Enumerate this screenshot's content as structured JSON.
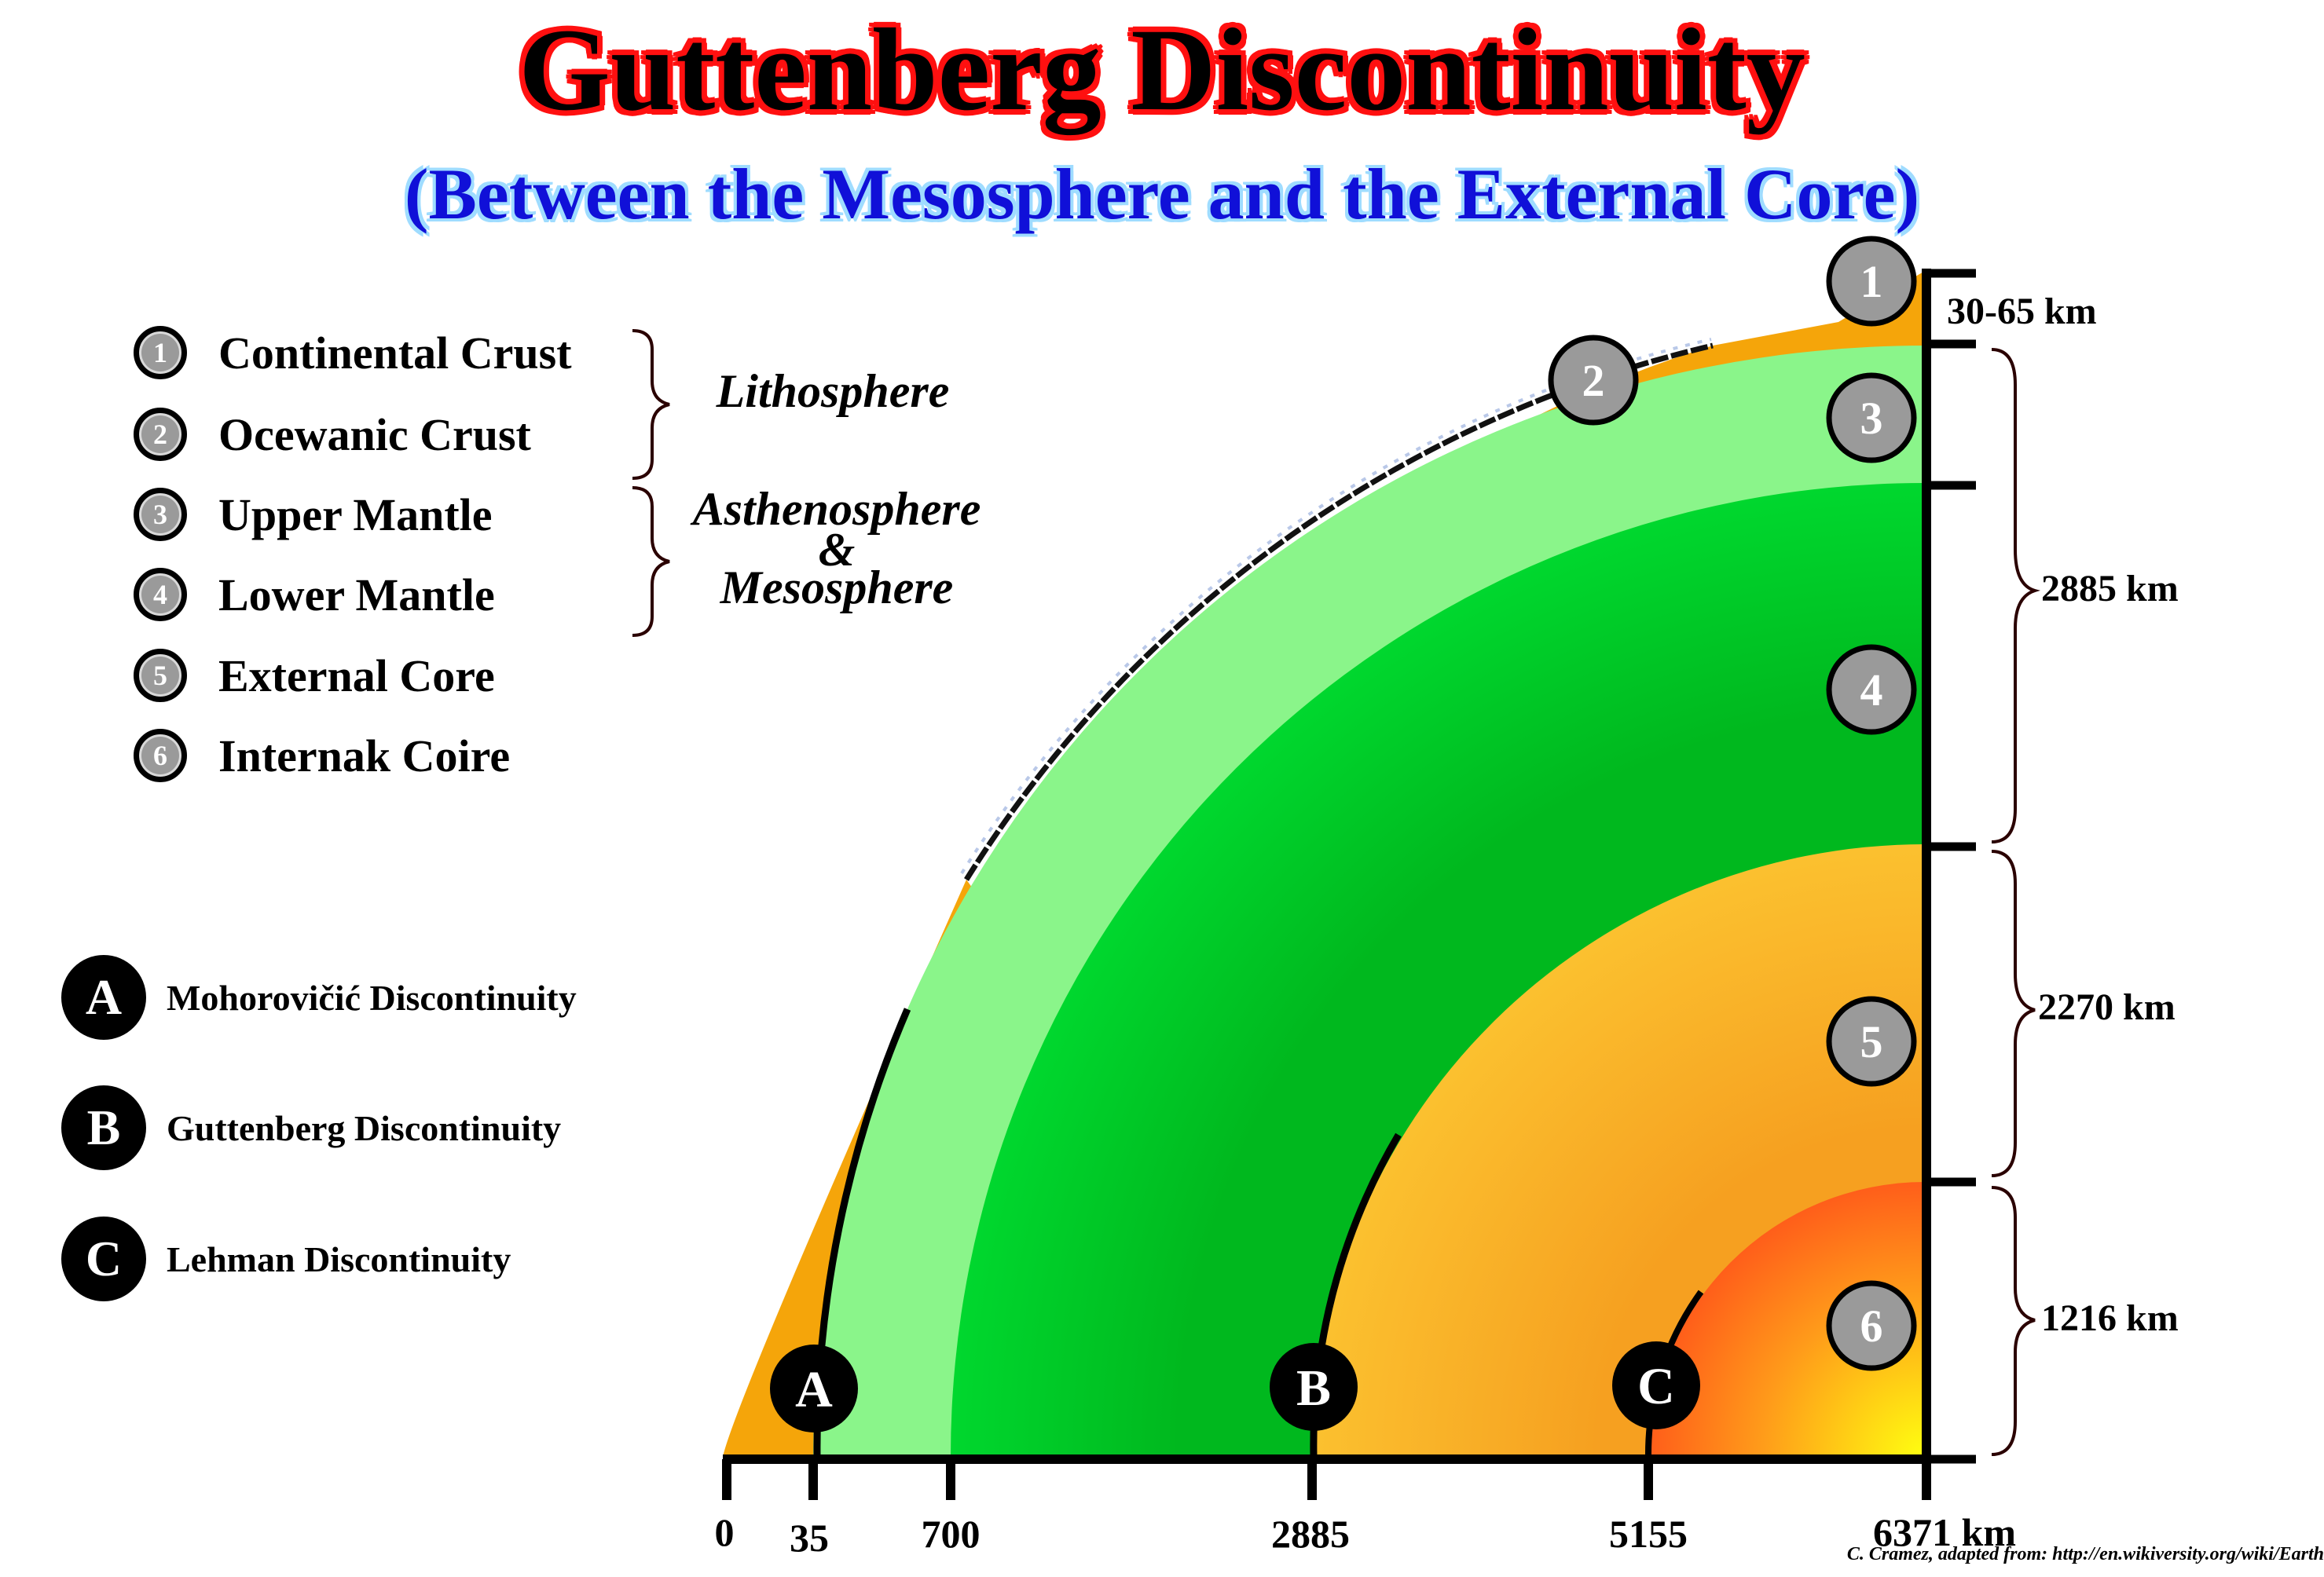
{
  "title": "Guttenberg Discontinuity",
  "subtitle": "(Between the Mesosphere and the External Core)",
  "layers": [
    {
      "number": "1",
      "name": "Continental Crust"
    },
    {
      "number": "2",
      "name": "Ocewanic Crust"
    },
    {
      "number": "3",
      "name": "Upper Mantle"
    },
    {
      "number": "4",
      "name": "Lower Mantle"
    },
    {
      "number": "5",
      "name": "External Core"
    },
    {
      "number": "6",
      "name": "Internak Coire"
    }
  ],
  "groups": {
    "lithosphere": "Lithosphere",
    "asthenosphere_line1": "Asthenosphere",
    "asthenosphere_line2": "&",
    "asthenosphere_line3": "Mesosphere"
  },
  "discontinuities": [
    {
      "letter": "A",
      "name": "Mohorovičić Discontinuity"
    },
    {
      "letter": "B",
      "name": "Guttenberg Discontinuity"
    },
    {
      "letter": "C",
      "name": "Lehman Discontinuity"
    }
  ],
  "axis_ticks": [
    "0",
    "35",
    "700",
    "2885",
    "5155",
    "6371 km"
  ],
  "thicknesses": [
    "30-65 km",
    "2885 km",
    "2270 km",
    "1216 km"
  ],
  "credit": "C. Cramez, adapted from:  http://en.wikiversity.org/wiki/Earth",
  "colors": {
    "continental_crust": "#f5a50a",
    "upper_mantle": "#8af58a",
    "lower_mantle": "#00e030",
    "external_core": "#ffcc33",
    "internal_core": "#ff2a1a",
    "title_outline": "#ff1010",
    "subtitle_fill": "#1010d8"
  }
}
